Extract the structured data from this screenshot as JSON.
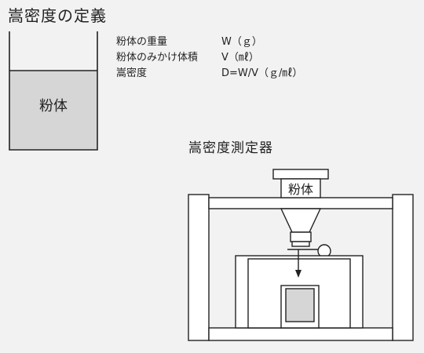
{
  "title": "嵩密度の定義",
  "definitions": [
    {
      "label": "粉体の重量",
      "value": "W（ｇ）"
    },
    {
      "label": "粉体のみかけ体積",
      "value": "V（㎖）"
    },
    {
      "label": "嵩密度",
      "value": "D=W/V（ｇ/㎖）"
    }
  ],
  "container_label": "粉体",
  "device_title": "嵩密度測定器",
  "hopper_label": "粉体",
  "colors": {
    "background": "#f2f2f2",
    "powder_fill": "#d6d6d6",
    "frame_fill": "#ffffff",
    "stroke": "#222222"
  }
}
